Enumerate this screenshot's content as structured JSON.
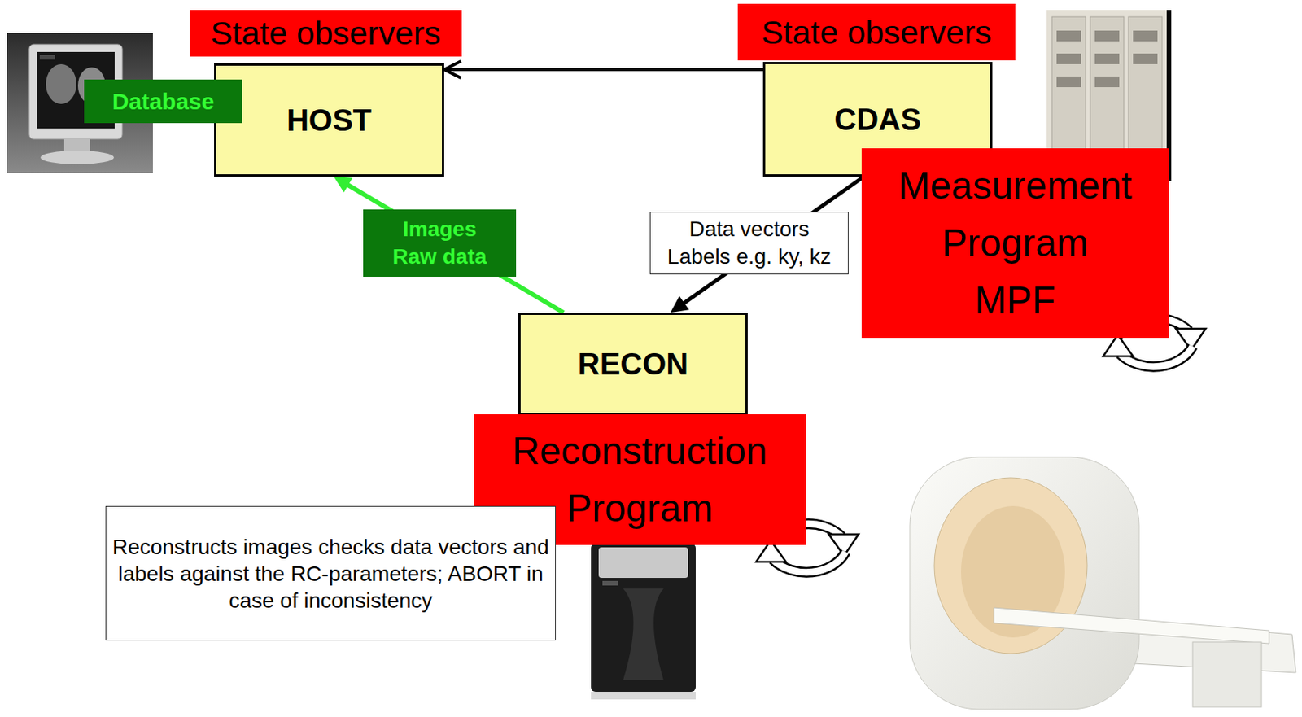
{
  "diagram": {
    "nodes": [
      {
        "text": [
          "HOST"
        ]
      },
      {
        "text": [
          "State observers"
        ]
      },
      {
        "text": [
          "Database"
        ]
      },
      {
        "text": [
          "CDAS"
        ]
      },
      {
        "text": [
          "State observers"
        ]
      },
      {
        "text": [
          "Measurement Program MPF"
        ]
      },
      {
        "text": [
          "RECON"
        ]
      },
      {
        "text": [
          "Reconstruction Program"
        ]
      },
      {
        "text": [
          "Reconstructs images checks data vectors and labels against the RC-parameters; ABORT in case of inconsistency"
        ]
      }
    ],
    "edges": [
      {
        "from": 3,
        "to": 0,
        "arrow": "to"
      },
      {
        "from": 3,
        "to": 6,
        "label": "Data vectors Labels e.g. ky, kz",
        "arrow": "to"
      },
      {
        "from": 6,
        "to": 0,
        "label": "Images Raw data",
        "arrow": "to"
      }
    ]
  }
}
